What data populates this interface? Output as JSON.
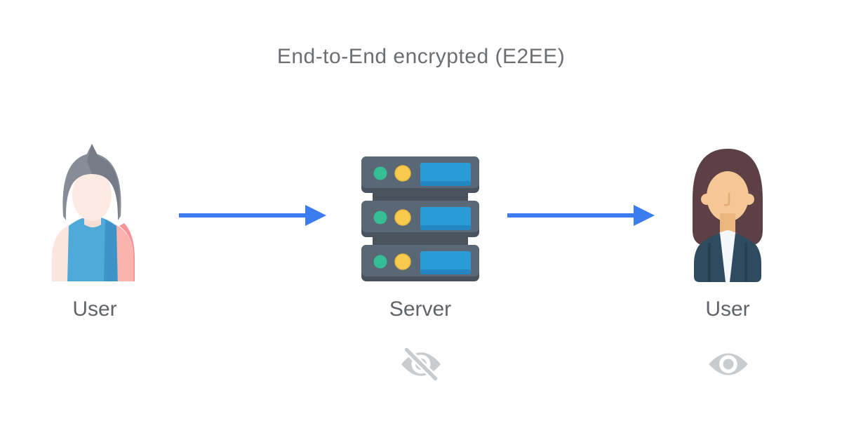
{
  "title": "End-to-End encrypted (E2EE)",
  "nodes": {
    "sender": {
      "label": "User",
      "icon": "male-user-avatar-icon"
    },
    "server": {
      "label": "Server",
      "icon": "server-stack-icon",
      "status_icon": "eye-slash-icon"
    },
    "recipient": {
      "label": "User",
      "icon": "female-user-avatar-icon",
      "status_icon": "eye-icon"
    }
  },
  "arrows": [
    {
      "from": "sender",
      "to": "server",
      "direction": "right"
    },
    {
      "from": "server",
      "to": "recipient",
      "direction": "right"
    }
  ],
  "colors": {
    "arrow_blue": "#3b7cf0",
    "eye_icon_gray": "#c9cccf",
    "text_gray": "#606468",
    "server_body": "#5a6774",
    "server_body_dark": "#48535e",
    "server_panel_blue": "#2b9bd8",
    "led_green": "#35be95",
    "led_yellow": "#f7cb4d",
    "male_shirt_blue": "#4fa9d9",
    "male_hair_gray": "#868d97",
    "female_hair_brown": "#5d4046",
    "female_jacket_navy": "#2e4b5f",
    "skin_light": "#fceae3",
    "skin_tan": "#f4c795"
  }
}
